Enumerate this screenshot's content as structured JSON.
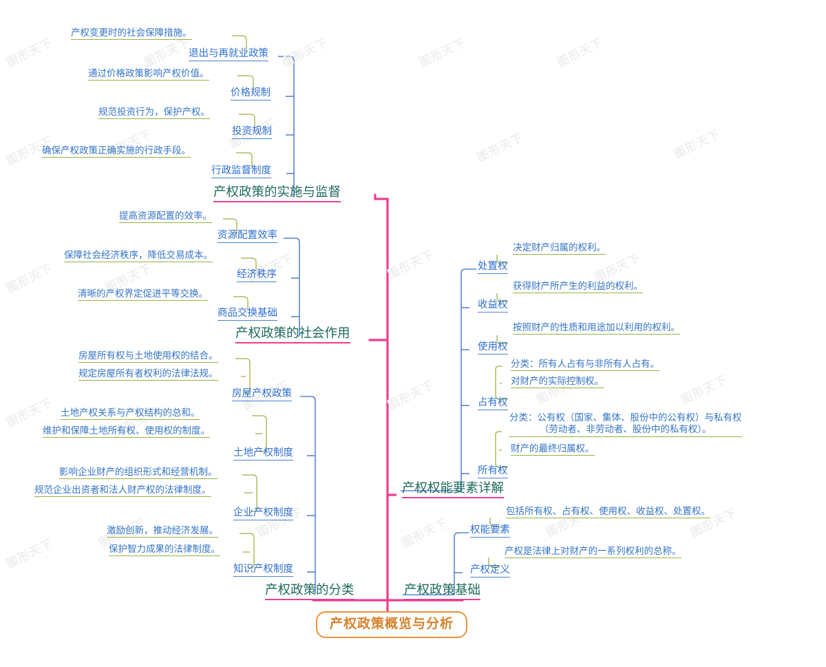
{
  "root": {
    "label": "产权政策概览与分析"
  },
  "colors": {
    "root_border": "#E8923C",
    "root_text": "#D4822A",
    "level1_text": "#1F6B5E",
    "level1_underline": "#EC3D8D",
    "level2_text": "#2F6FD0",
    "level2_underline": "#4A7FD6",
    "level3_text": "#3575C4",
    "level3_underline": "#93B23F",
    "spine": "#EC3D8D",
    "background": "#FFFFFF",
    "watermark": "#EFEFEF"
  },
  "watermark": {
    "text": "图形天下"
  },
  "branches": [
    {
      "id": "implementation",
      "label": "产权政策的实施与监督",
      "side": "left",
      "children": [
        {
          "label": "退出与再就业政策",
          "leaves": [
            {
              "label": "产权变更时的社会保障措施。"
            }
          ]
        },
        {
          "label": "价格规制",
          "leaves": [
            {
              "label": "通过价格政策影响产权价值。"
            }
          ]
        },
        {
          "label": "投资规制",
          "leaves": [
            {
              "label": "规范投资行为，保护产权。"
            }
          ]
        },
        {
          "label": "行政监督制度",
          "leaves": [
            {
              "label": "确保产权政策正确实施的行政手段。"
            }
          ]
        }
      ]
    },
    {
      "id": "social-role",
      "label": "产权政策的社会作用",
      "side": "left",
      "children": [
        {
          "label": "资源配置效率",
          "leaves": [
            {
              "label": "提高资源配置的效率。"
            }
          ]
        },
        {
          "label": "经济秩序",
          "leaves": [
            {
              "label": "保障社会经济秩序，降低交易成本。"
            }
          ]
        },
        {
          "label": "商品交换基础",
          "leaves": [
            {
              "label": "清晰的产权界定促进平等交换。"
            }
          ]
        }
      ]
    },
    {
      "id": "classification",
      "label": "产权政策的分类",
      "side": "left",
      "children": [
        {
          "label": "房屋产权政策",
          "leaves": [
            {
              "label": "房屋所有权与土地使用权的结合。"
            },
            {
              "label": "规定房屋所有者权利的法律法规。"
            }
          ]
        },
        {
          "label": "土地产权制度",
          "leaves": [
            {
              "label": "土地产权关系与产权结构的总和。"
            },
            {
              "label": "维护和保障土地所有权、使用权的制度。"
            }
          ]
        },
        {
          "label": "企业产权制度",
          "leaves": [
            {
              "label": "影响企业财产的组织形式和经营机制。"
            },
            {
              "label": "规范企业出资者和法人财产权的法律制度。"
            }
          ]
        },
        {
          "label": "知识产权制度",
          "leaves": [
            {
              "label": "激励创新，推动经济发展。"
            },
            {
              "label": "保护智力成果的法律制度。"
            }
          ]
        }
      ]
    },
    {
      "id": "rights-elements",
      "label": "产权权能要素详解",
      "side": "right",
      "children": [
        {
          "label": "处置权",
          "leaves": [
            {
              "label": "决定财产归属的权利。"
            }
          ]
        },
        {
          "label": "收益权",
          "leaves": [
            {
              "label": "获得财产所产生的利益的权利。"
            }
          ]
        },
        {
          "label": "使用权",
          "leaves": [
            {
              "label": "按照财产的性质和用途加以利用的权利。"
            }
          ]
        },
        {
          "label": "占有权",
          "leaves": [
            {
              "label": "分类：所有人占有与非所有人占有。"
            },
            {
              "label": "对财产的实际控制权。"
            }
          ]
        },
        {
          "label": "所有权",
          "leaves": [
            {
              "label": "分类：公有权（国家、集体、股份中的公有权）与私有权\n（劳动者、非劳动者、股份中的私有权）。",
              "twoline": true
            },
            {
              "label": "财产的最终归属权。"
            }
          ]
        }
      ]
    },
    {
      "id": "foundation",
      "label": "产权政策基础",
      "side": "right",
      "children": [
        {
          "label": "权能要素",
          "leaves": [
            {
              "label": "包括所有权、占有权、使用权、收益权、处置权。"
            }
          ]
        },
        {
          "label": "产权定义",
          "leaves": [
            {
              "label": "产权是法律上对财产的一系列权利的总称。"
            }
          ]
        }
      ]
    }
  ]
}
